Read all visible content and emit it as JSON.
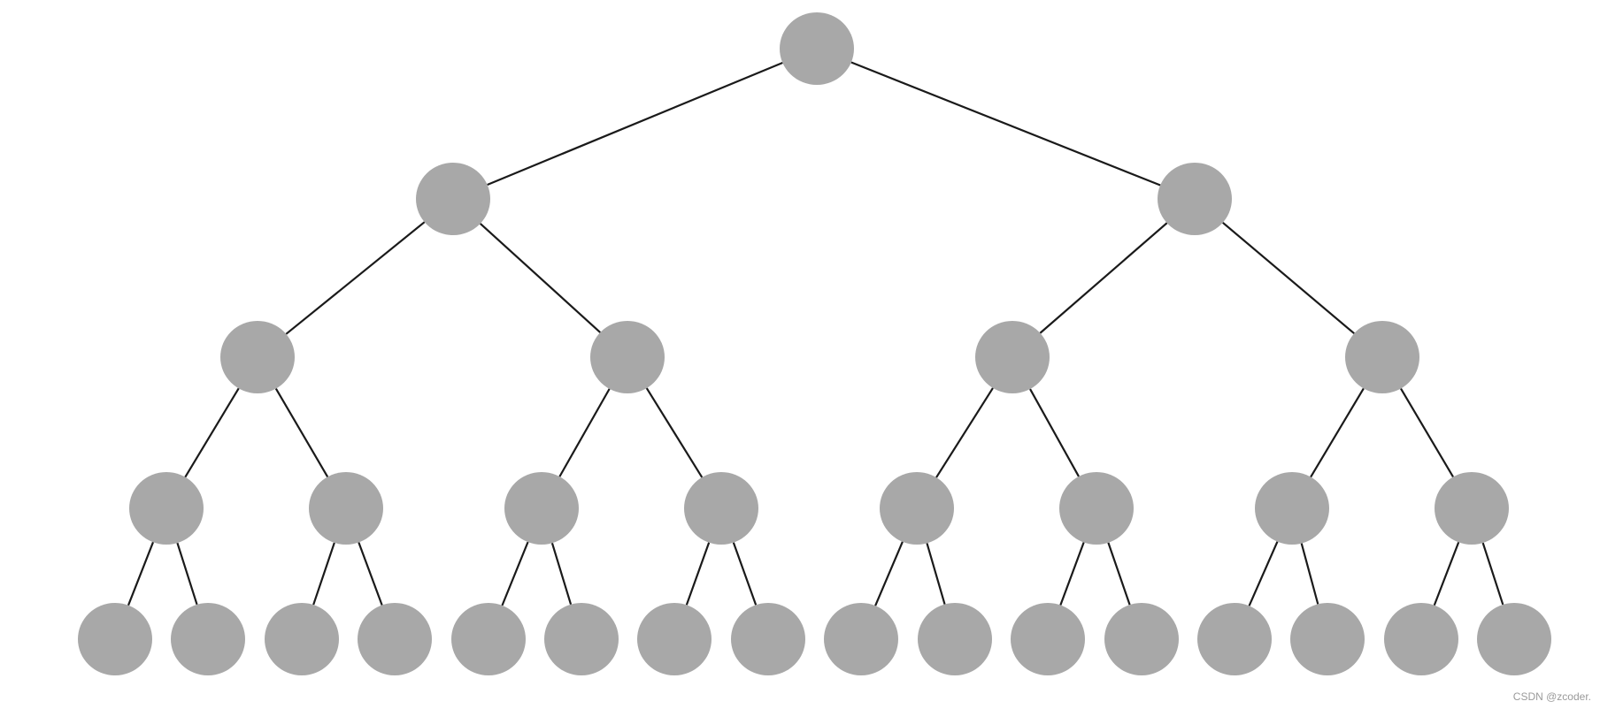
{
  "tree": {
    "type": "full-binary-tree",
    "levels": 5,
    "node_count": 31,
    "node_color": "#a8a8a8",
    "edge_color": "#1a1a1a",
    "background": "#ffffff"
  },
  "watermark": {
    "text": "CSDN @zcoder."
  }
}
